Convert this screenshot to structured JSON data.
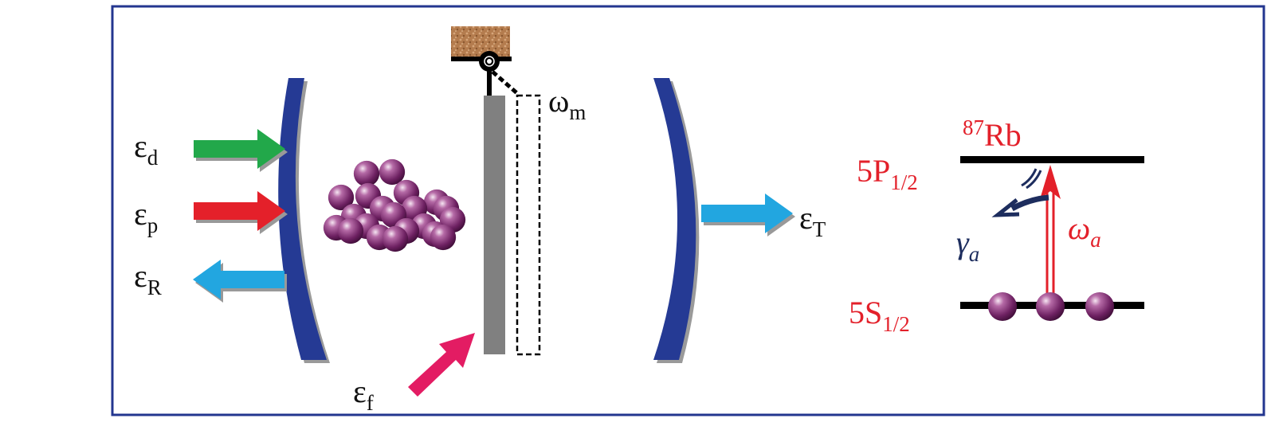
{
  "labels": {
    "drive": {
      "symbol": "ε",
      "sub": "d"
    },
    "probe": {
      "symbol": "ε",
      "sub": "p"
    },
    "reflected": {
      "symbol": "ε",
      "sub": "R"
    },
    "transmitted": {
      "symbol": "ε",
      "sub": "T"
    },
    "force": {
      "symbol": "ε",
      "sub": "f"
    },
    "mech_freq": {
      "symbol": "ω",
      "sub": "m"
    }
  },
  "energy_levels": {
    "species_sup": "87",
    "species": "Rb",
    "excited": {
      "main": "5P",
      "sub": "1/2"
    },
    "ground": {
      "main": "5S",
      "sub": "1/2"
    },
    "decay": {
      "symbol": "γ",
      "sub": "a"
    },
    "transition": {
      "symbol": "ω",
      "sub": "a"
    }
  },
  "colors": {
    "frame": "#23368f",
    "mirror": "#253a94",
    "drive_arrow": "#22a84a",
    "probe_arrow": "#e4202a",
    "output_arrow": "#22a6e0",
    "force_arrow": "#e31c63",
    "atom": "#7a2b6e",
    "level_text": "#e3202a"
  }
}
